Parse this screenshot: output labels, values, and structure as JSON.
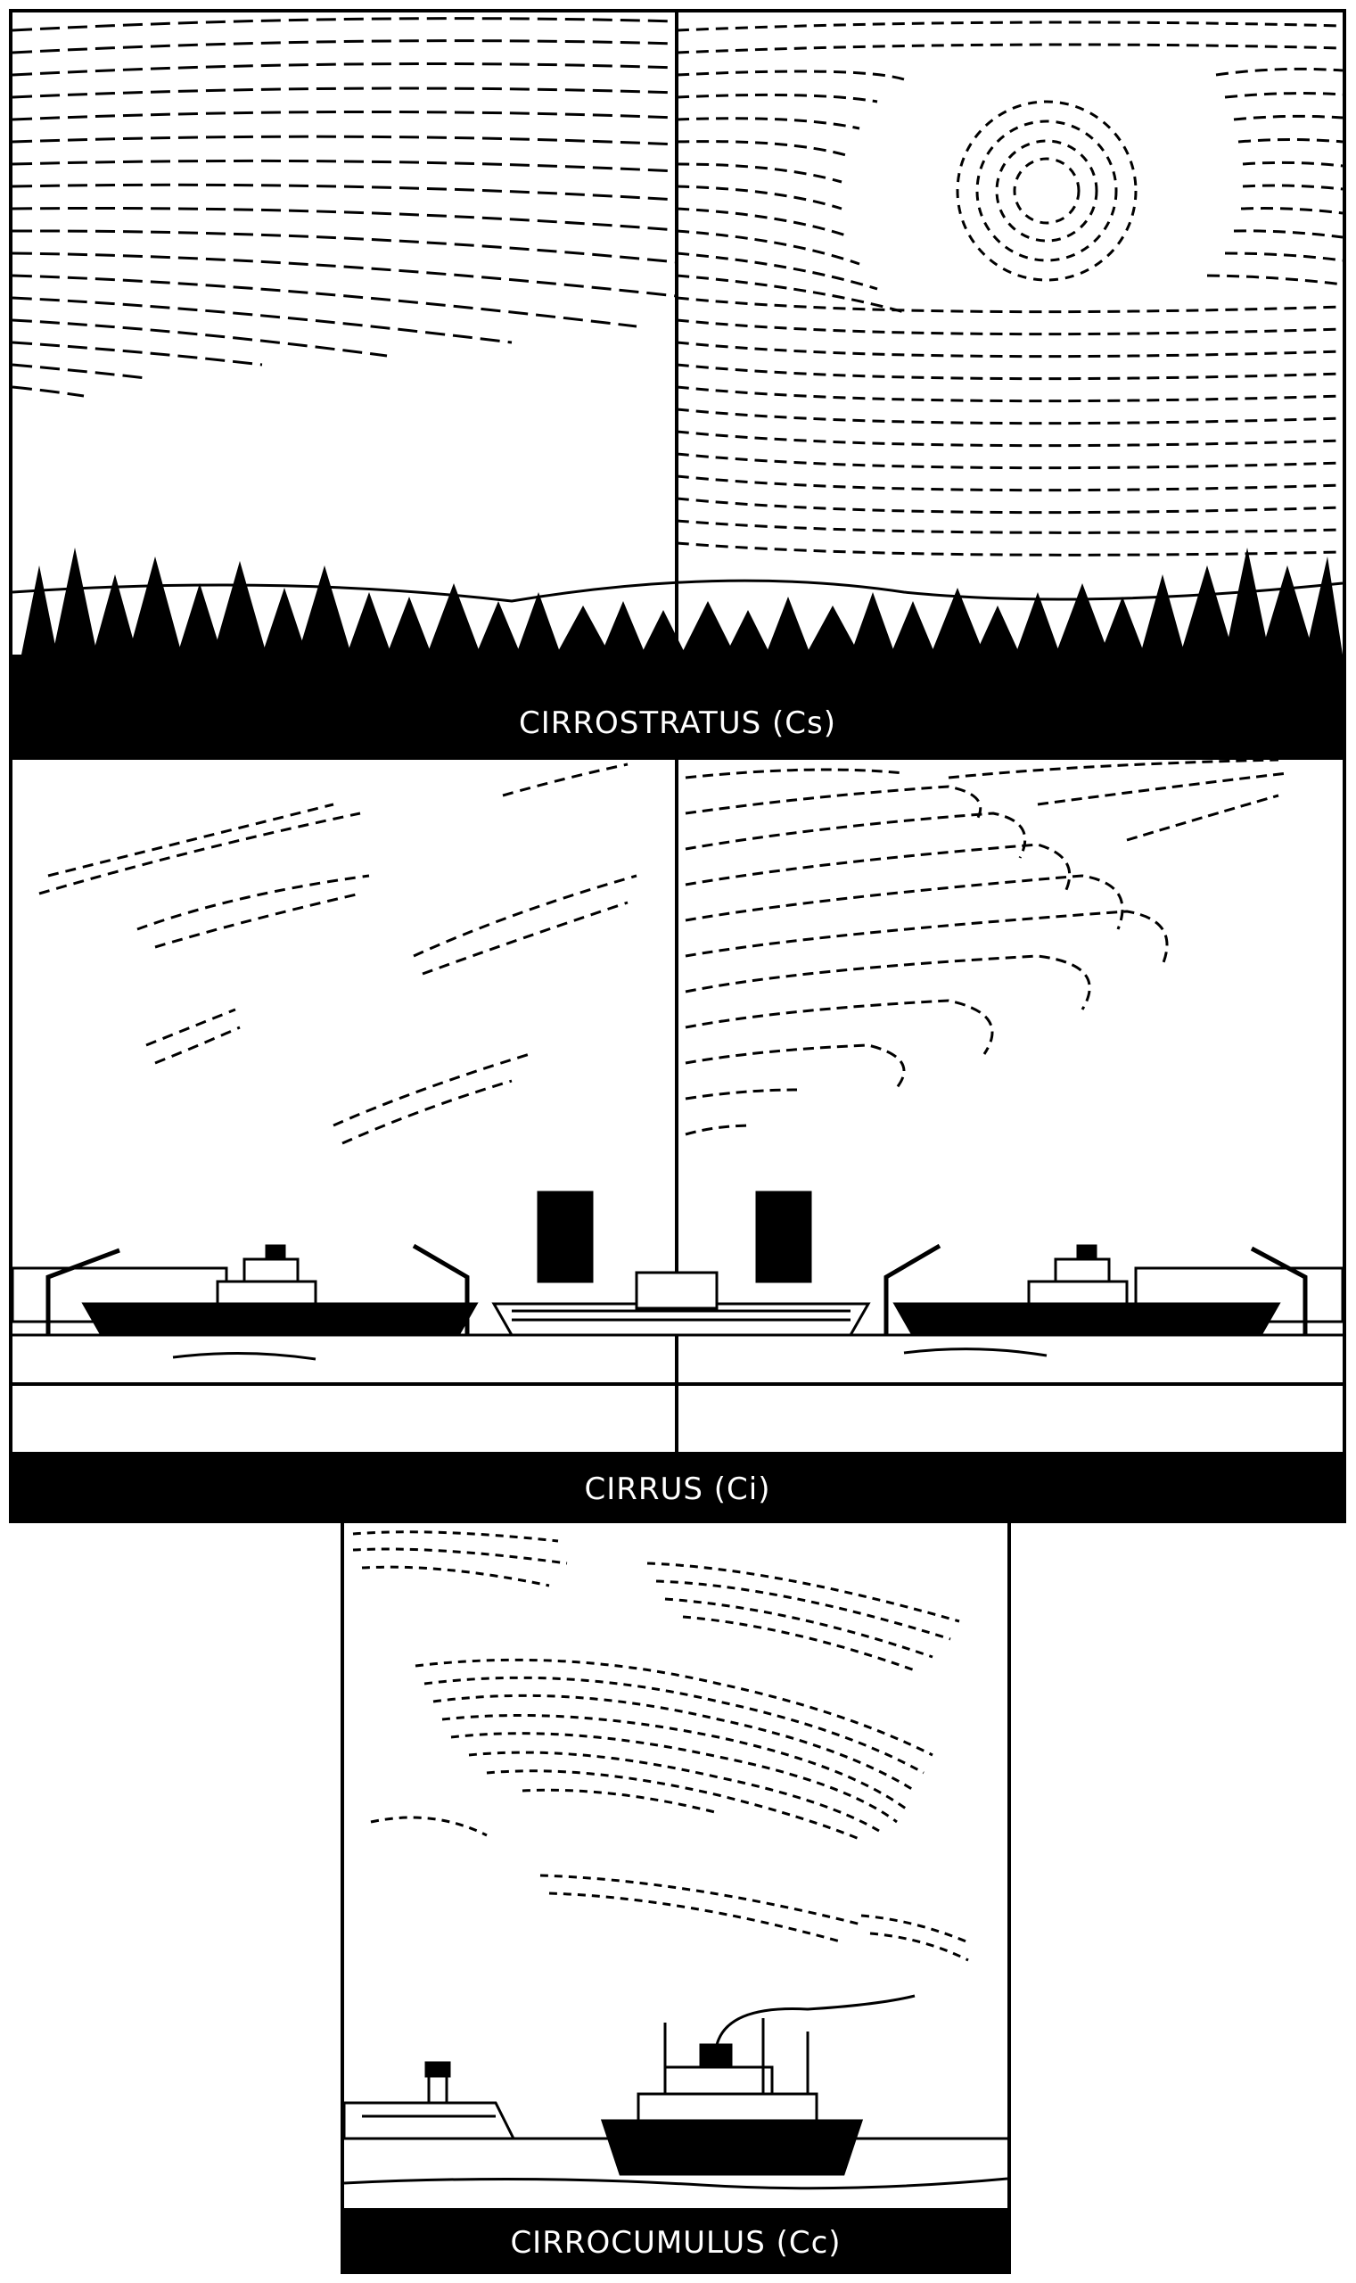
{
  "captions": {
    "top": "CIRROSTRATUS (Cs)",
    "middle": "CIRRUS (Ci)",
    "bottom": "CIRROCUMULUS (Cc)"
  },
  "colors": {
    "ink": "#000000",
    "paper": "#ffffff"
  }
}
